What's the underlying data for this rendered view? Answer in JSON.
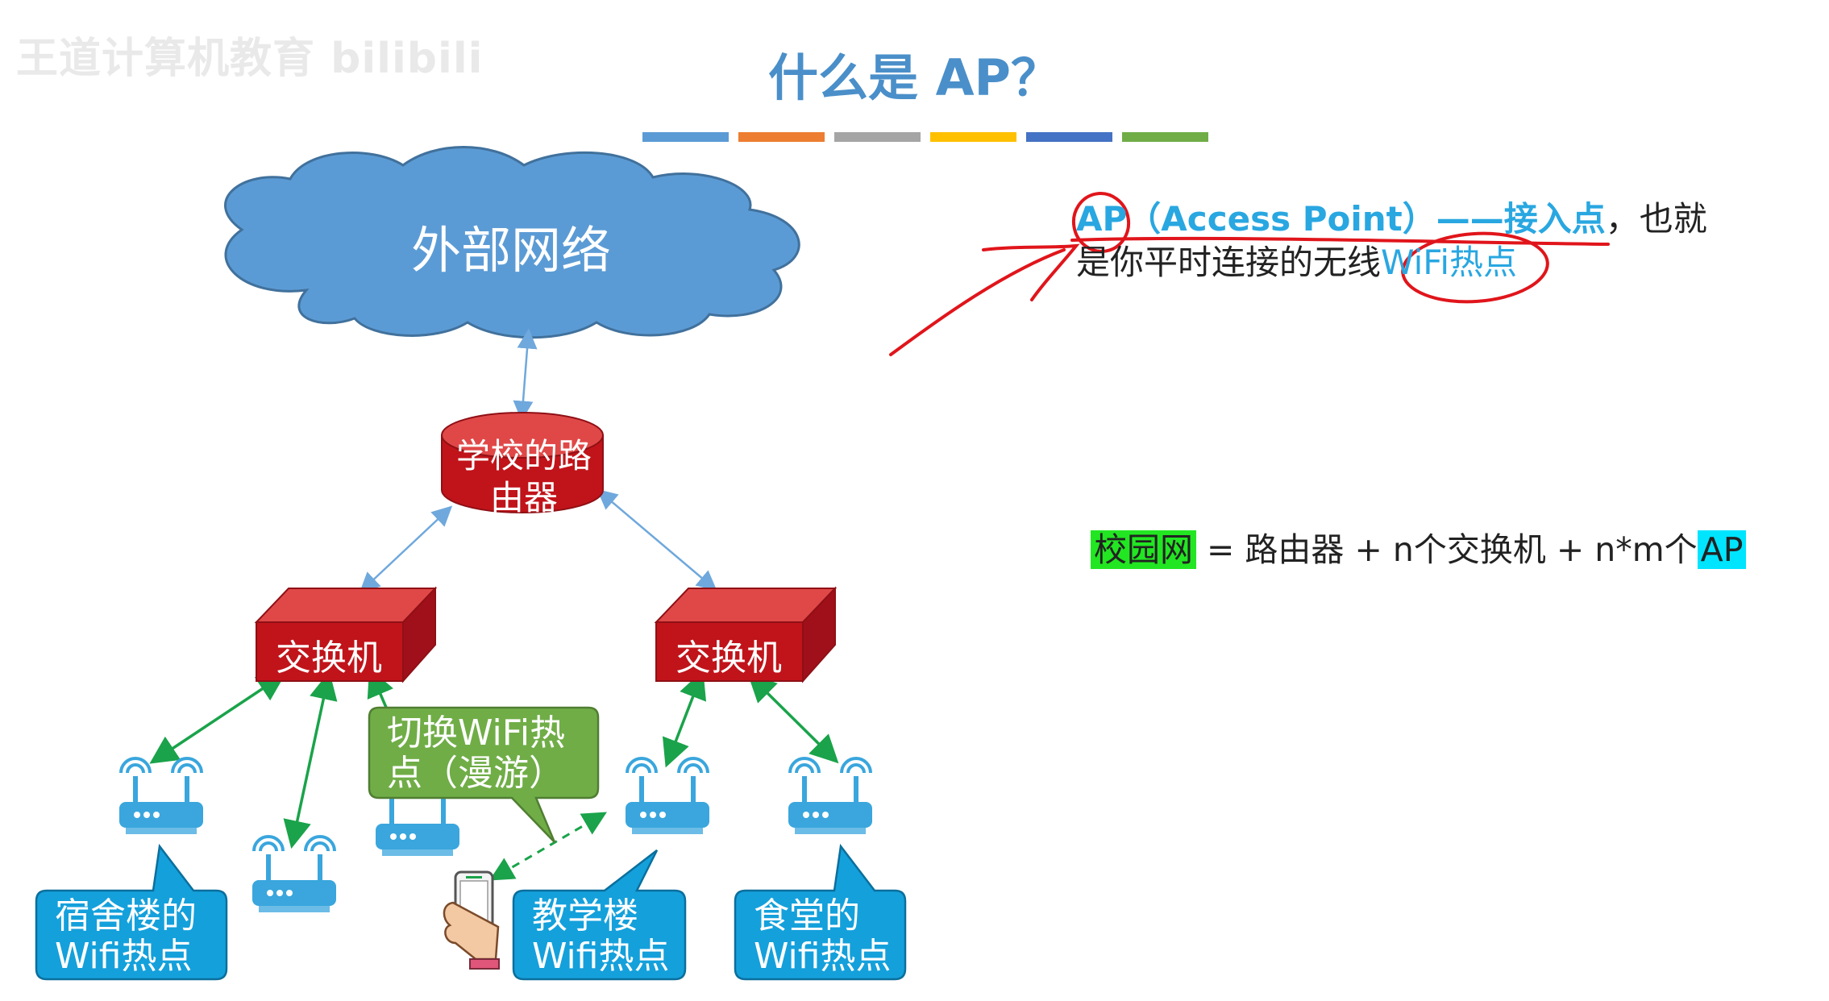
{
  "watermark": "王道计算机教育 bilibili",
  "title": "什么是 AP？",
  "color_bar": [
    "#5b9bd5",
    "#ed7d31",
    "#a5a5a5",
    "#ffc000",
    "#4472c4",
    "#70ad47"
  ],
  "diagram": {
    "cloud_label": "外部网络",
    "router_label": "学校的路由器",
    "switch_left_label": "交换机",
    "switch_right_label": "交换机",
    "roaming_callout": "切换WiFi热点（漫游）",
    "dorm_callout": "宿舍楼的Wifi热点",
    "teaching_callout": "教学楼Wifi热点",
    "canteen_callout": "食堂的Wifi热点",
    "colors": {
      "cloud": "#5b9bd5",
      "device_red": "#d42a2a",
      "ap_blue": "#3aa6dd",
      "callout_blue": "#14a0db",
      "callout_green": "#70ad47",
      "link_green": "#1aa34a",
      "link_blue": "#6fa8dc"
    }
  },
  "definition": {
    "ap": "AP",
    "full_name": "（Access Point）——接入点",
    "tail_1": "，也就",
    "line_2": "是你平时连接的无线",
    "wifi": "WiFi热点"
  },
  "formula": {
    "campus": "校园网",
    "middle": " = 路由器 + n个交换机 + n*m个",
    "ap": "AP"
  }
}
